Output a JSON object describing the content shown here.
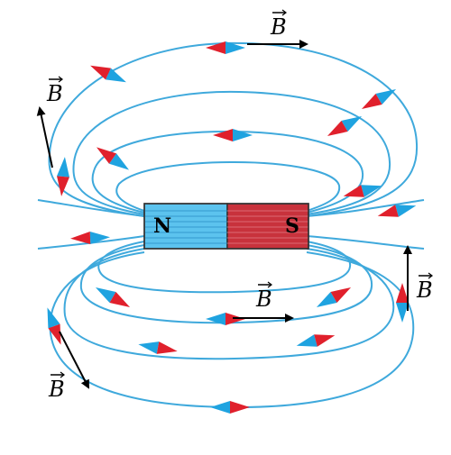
{
  "magnet": {
    "north_label": "N",
    "south_label": "S",
    "north_color": "#5cc3ee",
    "south_color": "#c8323c"
  },
  "field_vector_label": "B",
  "colors": {
    "field_line": "#3fa9dc",
    "compass_north": "#e0202c",
    "compass_south": "#1fa3e0"
  }
}
